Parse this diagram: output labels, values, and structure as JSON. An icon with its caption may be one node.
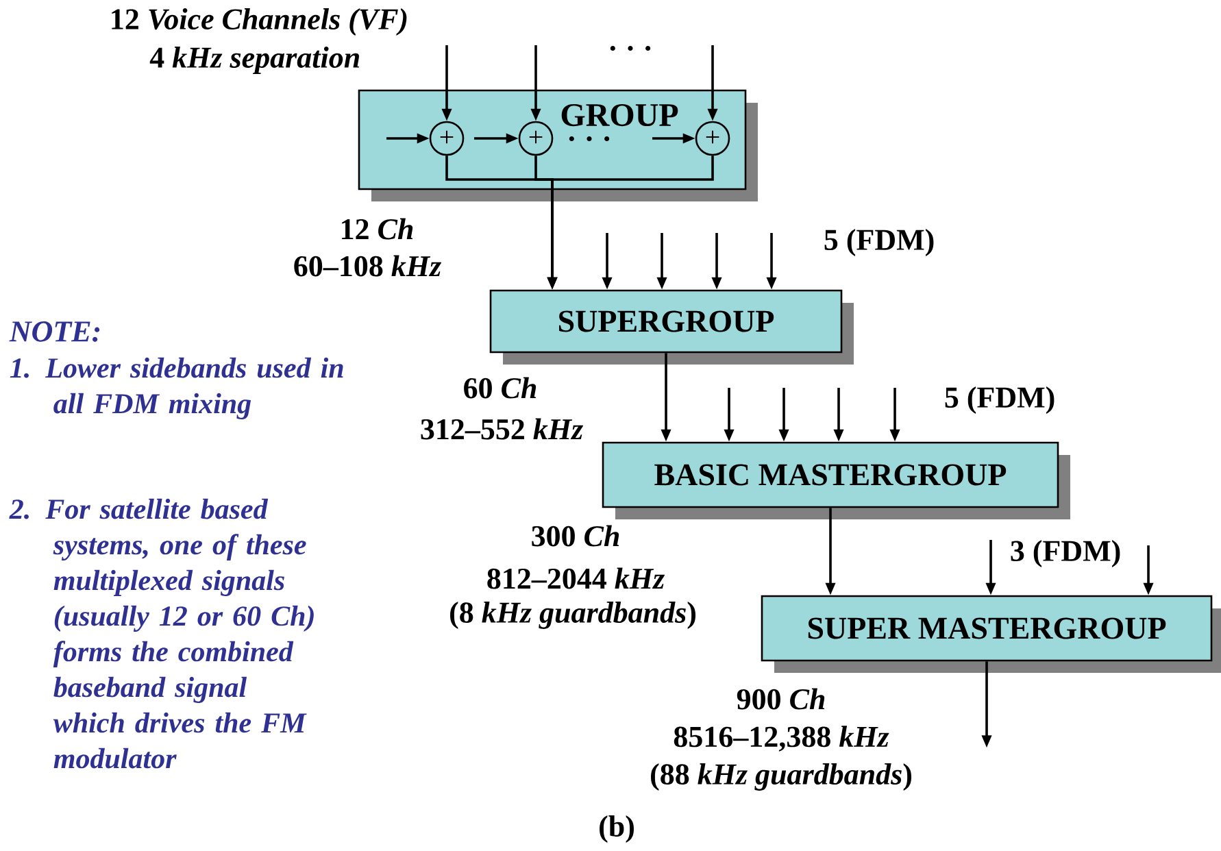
{
  "diagram": {
    "nodes": [
      {
        "text": [
          "GROUP"
        ]
      },
      {
        "text": [
          "+"
        ],
        "in": 0
      },
      {
        "text": [
          "+"
        ],
        "in": 0
      },
      {
        "text": [
          "+"
        ],
        "in": 0
      },
      {
        "text": [
          "SUPERGROUP"
        ]
      },
      {
        "text": [
          "BASIC MASTERGROUP"
        ]
      },
      {
        "text": [
          "SUPER MASTERGROUP"
        ]
      }
    ],
    "edges": [
      {
        "from": null,
        "to": 1,
        "arrow": "to"
      },
      {
        "from": null,
        "to": 2,
        "arrow": "to"
      },
      {
        "from": null,
        "to": 3,
        "arrow": "to"
      },
      {
        "from": null,
        "to": 1,
        "arrow": "to"
      },
      {
        "from": null,
        "to": 2,
        "arrow": "to"
      },
      {
        "from": null,
        "to": 3,
        "arrow": "to"
      },
      {
        "from": 1,
        "to": 4,
        "arrow": "to"
      },
      {
        "from": 2,
        "to": 4,
        "arrow": "to"
      },
      {
        "from": 3,
        "to": 4,
        "arrow": "to"
      },
      {
        "from": null,
        "to": 4,
        "arrow": "to"
      },
      {
        "from": null,
        "to": 4,
        "arrow": "to"
      },
      {
        "from": null,
        "to": 4,
        "arrow": "to"
      },
      {
        "from": null,
        "to": 4,
        "arrow": "to"
      },
      {
        "from": 4,
        "to": 5,
        "arrow": "to"
      },
      {
        "from": null,
        "to": 5,
        "arrow": "to"
      },
      {
        "from": null,
        "to": 5,
        "arrow": "to"
      },
      {
        "from": null,
        "to": 5,
        "arrow": "to"
      },
      {
        "from": null,
        "to": 5,
        "arrow": "to"
      },
      {
        "from": 5,
        "to": 6,
        "arrow": "to"
      },
      {
        "from": null,
        "to": 6,
        "arrow": "to"
      },
      {
        "from": null,
        "to": 6,
        "arrow": "to"
      },
      {
        "from": 6,
        "to": null,
        "arrow": "to"
      }
    ],
    "labels": [
      "12 *Voice Channels (VF)*",
      "4 *kHz separation*",
      "· · ·",
      "· · ·",
      "12 *Ch*",
      "60–108 *kHz*",
      "5 (FDM)",
      "NOTE:",
      "1. Lower sidebands used in all FDM mixing",
      "2. For satellite based systems, one of these multiplexed signals (usually 12 or 60 Ch) forms the combined baseband signal which drives the FM modulator",
      "60 *Ch*",
      "312–552 *kHz*",
      "5 (FDM)",
      "300 *Ch*",
      "812–2044 *kHz*",
      "(8 *kHz guardbands*)",
      "3 (FDM)",
      "900 *Ch*",
      "8516–12,388 *kHz*",
      "(88 *kHz guardbands*)",
      "(b)"
    ]
  }
}
